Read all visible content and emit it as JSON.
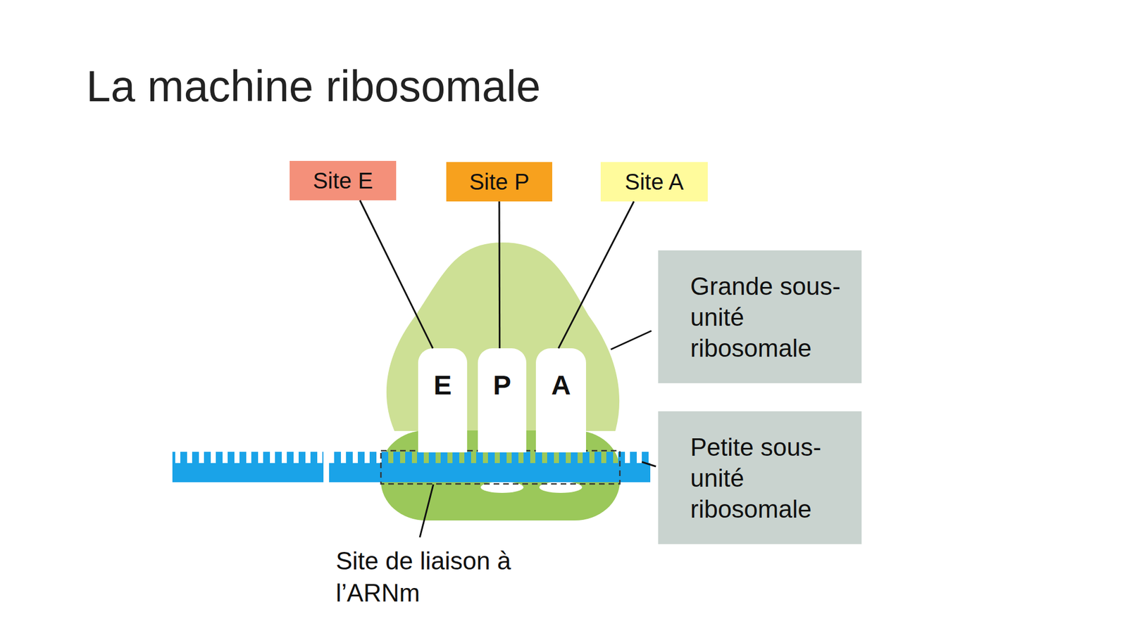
{
  "diagram": {
    "title": "La machine ribosomale",
    "nodes": [
      {
        "text": [
          "Site E"
        ]
      },
      {
        "text": [
          "Site P"
        ]
      },
      {
        "text": [
          "Site A"
        ]
      },
      {
        "text": [
          "E"
        ]
      },
      {
        "text": [
          "P"
        ]
      },
      {
        "text": [
          "A"
        ]
      },
      {
        "text": [
          "Grande sous-unité ribosomale"
        ]
      },
      {
        "text": [
          "Petite sous-unité ribosomale"
        ]
      }
    ],
    "edges": [
      {
        "from": 0,
        "to": 3,
        "arrow": "none"
      },
      {
        "from": 1,
        "to": 4,
        "arrow": "none"
      },
      {
        "from": 2,
        "to": 5,
        "arrow": "none"
      }
    ],
    "labels": [
      "Site de liaison à l’ARNm"
    ]
  }
}
